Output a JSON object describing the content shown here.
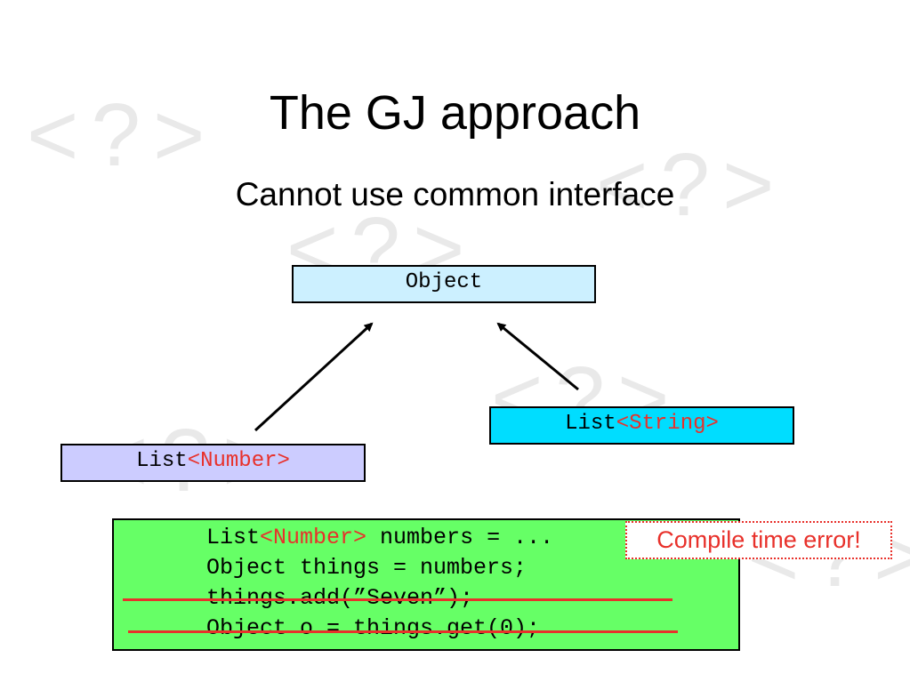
{
  "slide": {
    "title": "The GJ approach",
    "subtitle": "Cannot use common interface",
    "watermark_glyph": "<?>"
  },
  "diagram": {
    "object_box": {
      "label": "Object",
      "fill": "#ccf0ff"
    },
    "list_string_box": {
      "base": "List",
      "type_param": "<String>",
      "fill": "#00ddff"
    },
    "list_number_box": {
      "base": "List",
      "type_param": "<Number>",
      "fill": "#ccccff"
    },
    "arrows": [
      {
        "from": "list_number_box",
        "to": "object_box"
      },
      {
        "from": "list_string_box",
        "to": "object_box"
      }
    ]
  },
  "code": {
    "fill": "#66ff66",
    "line1": {
      "prefix": "List",
      "type_param": "<Number>",
      "rest": " numbers = ..."
    },
    "line2": "Object things = numbers;",
    "line3": "things.add(”Seven”);",
    "line4": "Object o = things.get(0);",
    "struck_lines": [
      3,
      4
    ]
  },
  "callout": {
    "label": "Compile time error!",
    "color": "#e8312b"
  }
}
